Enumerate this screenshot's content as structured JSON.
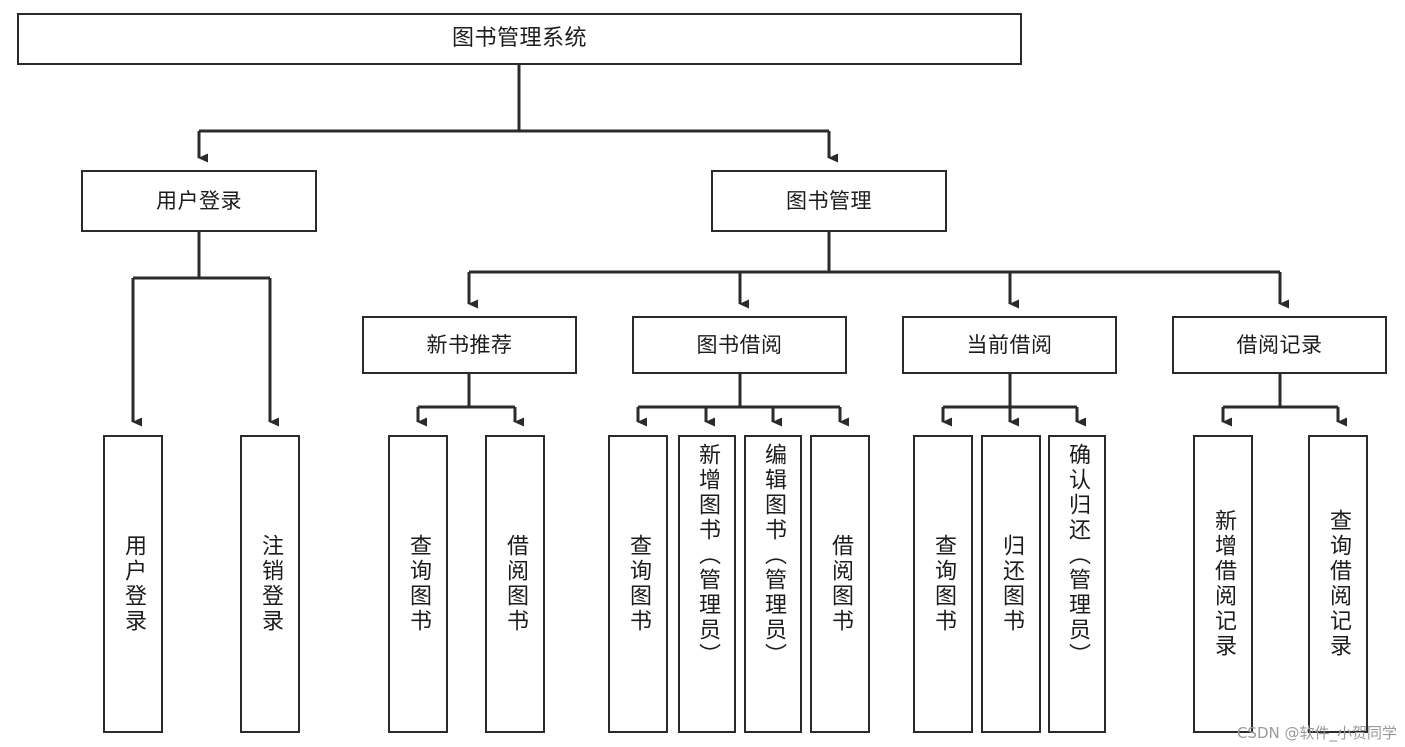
{
  "diagram": {
    "type": "tree-hierarchy",
    "title": "图书管理系统",
    "root": {
      "id": "root",
      "label": "图书管理系统"
    },
    "level2": [
      {
        "id": "user-login",
        "label": "用户登录"
      },
      {
        "id": "book-management",
        "label": "图书管理"
      }
    ],
    "level3": [
      {
        "id": "new-book-recommend",
        "label": "新书推荐",
        "parent": "book-management"
      },
      {
        "id": "book-borrow",
        "label": "图书借阅",
        "parent": "book-management"
      },
      {
        "id": "current-borrow",
        "label": "当前借阅",
        "parent": "book-management"
      },
      {
        "id": "borrow-record",
        "label": "借阅记录",
        "parent": "book-management"
      }
    ],
    "leaves": [
      {
        "id": "leaf-user-login",
        "label": "用户登录",
        "parent": "user-login"
      },
      {
        "id": "leaf-logout",
        "label": "注销登录",
        "parent": "user-login"
      },
      {
        "id": "leaf-query-book-1",
        "label": "查询图书",
        "parent": "new-book-recommend"
      },
      {
        "id": "leaf-borrow-book-1",
        "label": "借阅图书",
        "parent": "new-book-recommend"
      },
      {
        "id": "leaf-query-book-2",
        "label": "查询图书",
        "parent": "book-borrow"
      },
      {
        "id": "leaf-add-book",
        "label": "新增图书（管理员）",
        "parent": "book-borrow"
      },
      {
        "id": "leaf-edit-book",
        "label": "编辑图书（管理员）",
        "parent": "book-borrow"
      },
      {
        "id": "leaf-borrow-book-2",
        "label": "借阅图书",
        "parent": "book-borrow"
      },
      {
        "id": "leaf-query-book-3",
        "label": "查询图书",
        "parent": "current-borrow"
      },
      {
        "id": "leaf-return-book",
        "label": "归还图书",
        "parent": "current-borrow"
      },
      {
        "id": "leaf-confirm-return",
        "label": "确认归还（管理员）",
        "parent": "current-borrow"
      },
      {
        "id": "leaf-add-record",
        "label": "新增借阅记录",
        "parent": "borrow-record"
      },
      {
        "id": "leaf-query-record",
        "label": "查询借阅记录",
        "parent": "borrow-record"
      }
    ],
    "colors": {
      "stroke": "#2b2b2b",
      "background": "#ffffff",
      "text": "#1c1c1c",
      "watermark": "#9a9a9a"
    }
  },
  "watermark": {
    "text": "CSDN @软件_小贺同学"
  }
}
